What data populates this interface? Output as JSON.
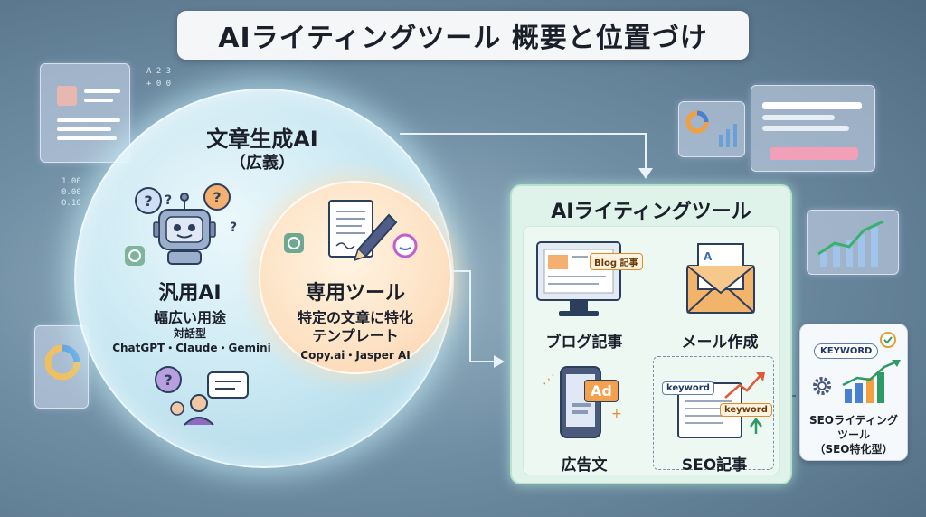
{
  "title": "AIライティングツール 概要と位置づけ",
  "big_bubble": {
    "title": "文章生成AI",
    "subtitle": "（広義）"
  },
  "general_ai": {
    "title": "汎用AI",
    "line1": "幅広い用途",
    "line2": "対話型",
    "line3": "ChatGPT・Claude・Gemini"
  },
  "dedicated_tool": {
    "title": "専用ツール",
    "line1": "特定の文章に特化",
    "line2": "テンプレート",
    "line3": "Copy.ai・Jasper AI"
  },
  "panel": {
    "title": "AIライティングツール",
    "items": [
      {
        "label": "ブログ記事",
        "badge": "Blog 記事"
      },
      {
        "label": "メール作成",
        "badge": "A"
      },
      {
        "label": "広告文",
        "badge": "Ad"
      },
      {
        "label": "SEO記事",
        "badge": "keyword"
      }
    ]
  },
  "seo_tool": {
    "badge": "KEYWORD",
    "line1": "SEOライティング",
    "line2": "ツール",
    "line3": "（SEO特化型）"
  },
  "deco_text": {
    "top_left": "A 2 3",
    "top_left2": "+ 0 0",
    "nums": [
      "1.00",
      "0.00",
      "0.10"
    ]
  },
  "colors": {
    "accent_green": "#2e9a68",
    "accent_orange": "#e08a2c",
    "accent_blue": "#3a6fb0"
  }
}
